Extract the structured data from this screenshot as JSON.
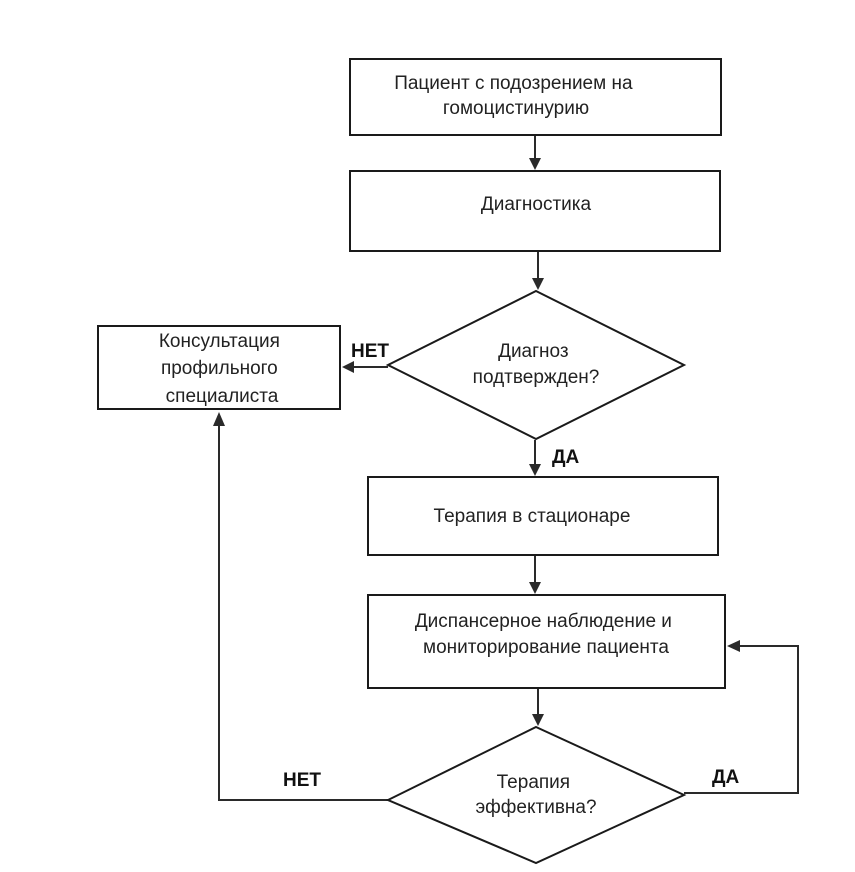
{
  "nodes": {
    "start": {
      "lines": [
        "Пациент с подозрением на",
        "гомоцистинурию"
      ]
    },
    "diagnostics": {
      "lines": [
        "Диагностика"
      ]
    },
    "diagnosis_confirmed": {
      "lines": [
        "Диагноз",
        "подтвержден?"
      ]
    },
    "consultation": {
      "lines": [
        "Консультация",
        "профильного",
        "специалиста"
      ]
    },
    "inpatient_therapy": {
      "lines": [
        "Терапия в стационаре"
      ]
    },
    "monitoring": {
      "lines": [
        "Диспансерное наблюдение и",
        "мониторирование пациента"
      ]
    },
    "therapy_effective": {
      "lines": [
        "Терапия",
        "эффективна?"
      ]
    }
  },
  "edge_labels": {
    "diagnosis_no": "НЕТ",
    "diagnosis_yes": "ДА",
    "therapy_no": "НЕТ",
    "therapy_yes": "ДА"
  },
  "colors": {
    "stroke": "#1a1a1a",
    "text": "#222222",
    "background": "#ffffff"
  }
}
